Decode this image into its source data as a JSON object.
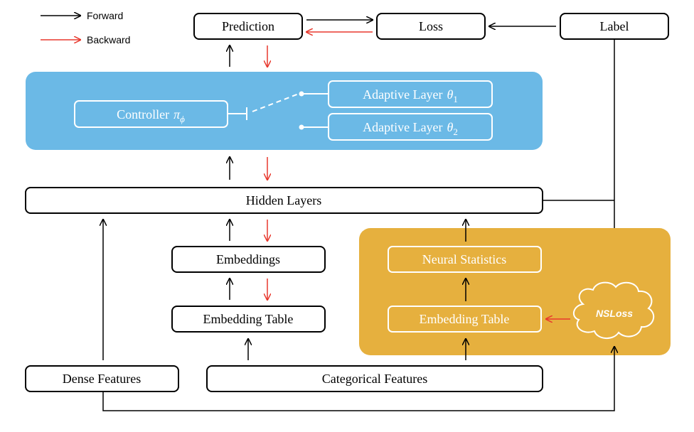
{
  "legend": {
    "forward": "Forward",
    "backward": "Backward"
  },
  "nodes": {
    "prediction": "Prediction",
    "loss": "Loss",
    "label": "Label",
    "controller": "Controller",
    "controller_symbol": "π",
    "controller_sub": "ϕ",
    "adaptive_layer": "Adaptive Layer",
    "theta": "θ",
    "adaptive_1_sub": "1",
    "adaptive_2_sub": "2",
    "hidden_layers": "Hidden Layers",
    "embeddings": "Embeddings",
    "embedding_table": "Embedding Table",
    "neural_statistics": "Neural Statistics",
    "ns_embedding_table": "Embedding Table",
    "nsloss": "NSLoss",
    "dense_features": "Dense Features",
    "categorical_features": "Categorical Features"
  },
  "colors": {
    "forward": "#000000",
    "backward": "#e8392e",
    "adaptive_panel": "#6bb9e6",
    "ns_panel": "#e6b03e",
    "box_border": "#000000",
    "inner_border": "#ffffff"
  }
}
